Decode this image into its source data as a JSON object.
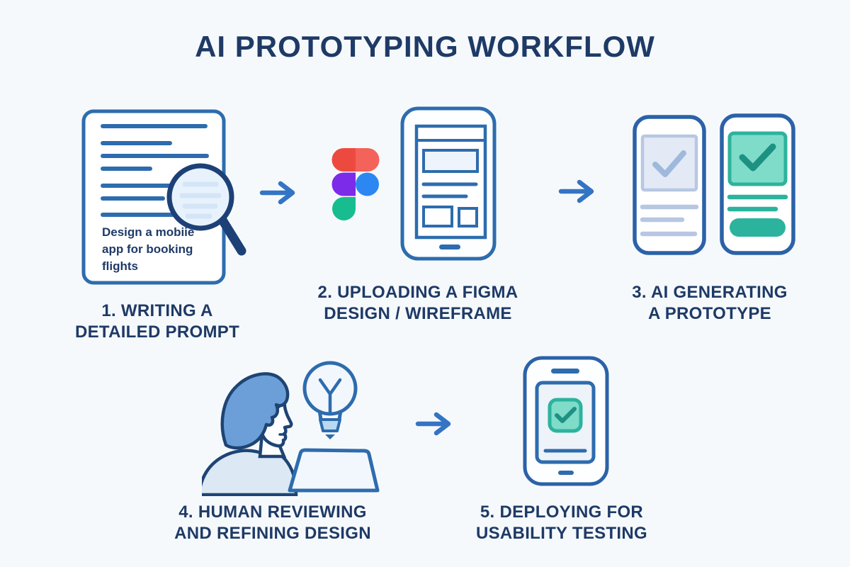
{
  "title": "AI PROTOTYPING WORKFLOW",
  "steps": [
    {
      "caption": "1. WRITING A\nDETAILED PROMPT",
      "icon": "document-magnifier-icon",
      "prompt_text": "Design a mobiie\napp for booking\nflights"
    },
    {
      "caption": "2. UPLOADING A FIGMA\nDESIGN / WIREFRAME",
      "icons": [
        "figma-logo-icon",
        "wireframe-phone-icon"
      ]
    },
    {
      "caption": "3. AI GENERATING\nA PROTOTYPE",
      "icons": [
        "prototype-phone-draft-icon",
        "prototype-phone-final-icon"
      ]
    },
    {
      "caption": "4. HUMAN REVIEWING\nAND REFINING DESIGN",
      "icons": [
        "human-reviewer-icon",
        "lightbulb-icon",
        "laptop-icon"
      ]
    },
    {
      "caption": "5. DEPLOYING FOR\nUSABILITY TESTING",
      "icon": "deploy-phone-icon"
    }
  ],
  "colors": {
    "background": "#f6f9fc",
    "navy_text": "#1e3a66",
    "outline_blue": "#2d6cae",
    "dark_navy": "#1d4076",
    "arrow_blue": "#3474c4",
    "teal": "#2cb39e",
    "teal_light": "#7fdcc8",
    "teal_dark": "#1d9183",
    "slate_border": "#b7c7e3",
    "slate_fill": "#e3eaf5",
    "hair_blue": "#6c9fd8",
    "shirt_blue": "#dce8f4",
    "figma_red_dark": "#ED4A3F",
    "figma_red": "#F4635A",
    "figma_purple": "#7C2BE8",
    "figma_blue": "#2D87F3",
    "figma_green": "#17BD8F"
  }
}
